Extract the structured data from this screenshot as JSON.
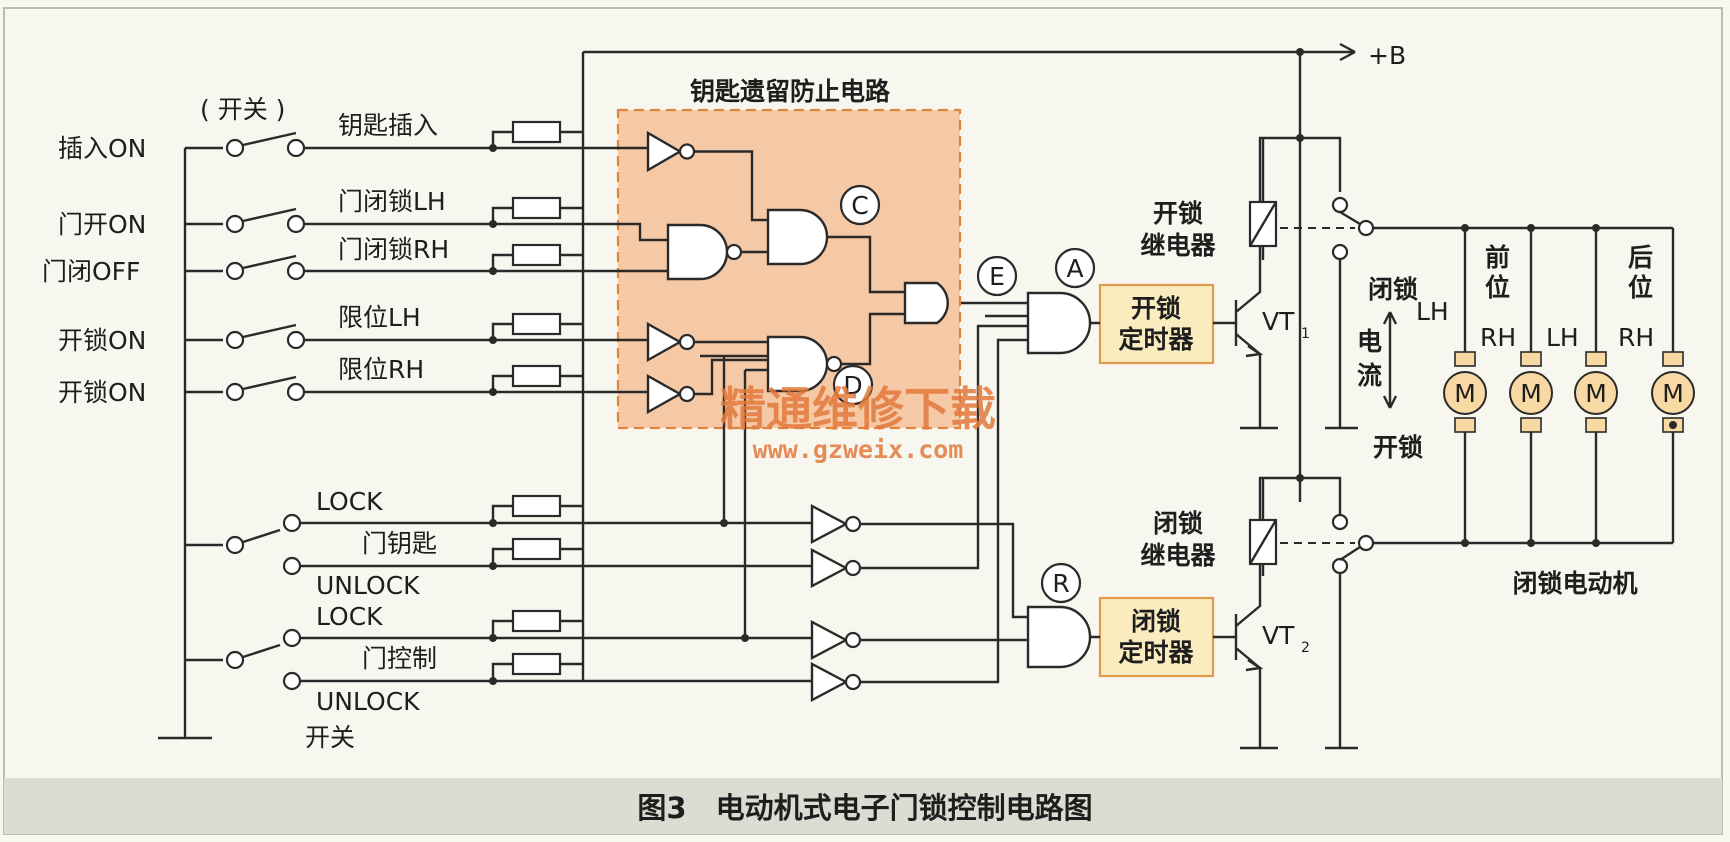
{
  "labels": {
    "switch_group": "( 开关 )",
    "in1": "插入ON",
    "in2": "门开ON",
    "in3": "门闭OFF",
    "in4": "开锁ON",
    "in5": "开锁ON",
    "line1": "钥匙插入",
    "line2": "门闭锁LH",
    "line3": "门闭锁RH",
    "line4": "限位LH",
    "line5": "限位RH",
    "key_lock": "LOCK",
    "key_name": "门钥匙",
    "key_unlock": "UNLOCK",
    "ctrl_lock": "LOCK",
    "ctrl_name": "门控制",
    "ctrl_unlock": "UNLOCK",
    "ctrl_switch": "开关",
    "box_title": "钥匙遗留防止电路",
    "node_c": "C",
    "node_d": "D",
    "node_e": "E",
    "node_a": "A",
    "node_r": "R",
    "plus_b": "+B",
    "unlock_timer_1": "开锁",
    "unlock_timer_2": "定时器",
    "lock_timer_1": "闭锁",
    "lock_timer_2": "定时器",
    "vt1": "VT",
    "vt1_sub": "1",
    "vt2": "VT",
    "vt2_sub": "2",
    "unlock_relay_1": "开锁",
    "unlock_relay_2": "继电器",
    "lock_relay_1": "闭锁",
    "lock_relay_2": "继电器",
    "cur_lock": "闭锁",
    "cur_1": "电",
    "cur_2": "流",
    "cur_unlock": "开锁",
    "front_1": "前",
    "front_2": "位",
    "rear_1": "后",
    "rear_2": "位",
    "lh1": "LH",
    "rh1": "RH",
    "lh2": "LH",
    "rh2": "RH",
    "motor": "M",
    "motor_name": "闭锁电动机",
    "watermark_1": "精通维修下载",
    "watermark_2": "www.gzweix.com",
    "caption": "图3　电动机式电子门锁控制电路图"
  },
  "colors": {
    "box_fill": "#f6c9a6",
    "box_border": "#e0833f",
    "timer_fill": "#fbecc0",
    "timer_border": "#e39a4b",
    "motor_fill": "#f9d9a3",
    "caption_bar": "#dcdcd2"
  }
}
